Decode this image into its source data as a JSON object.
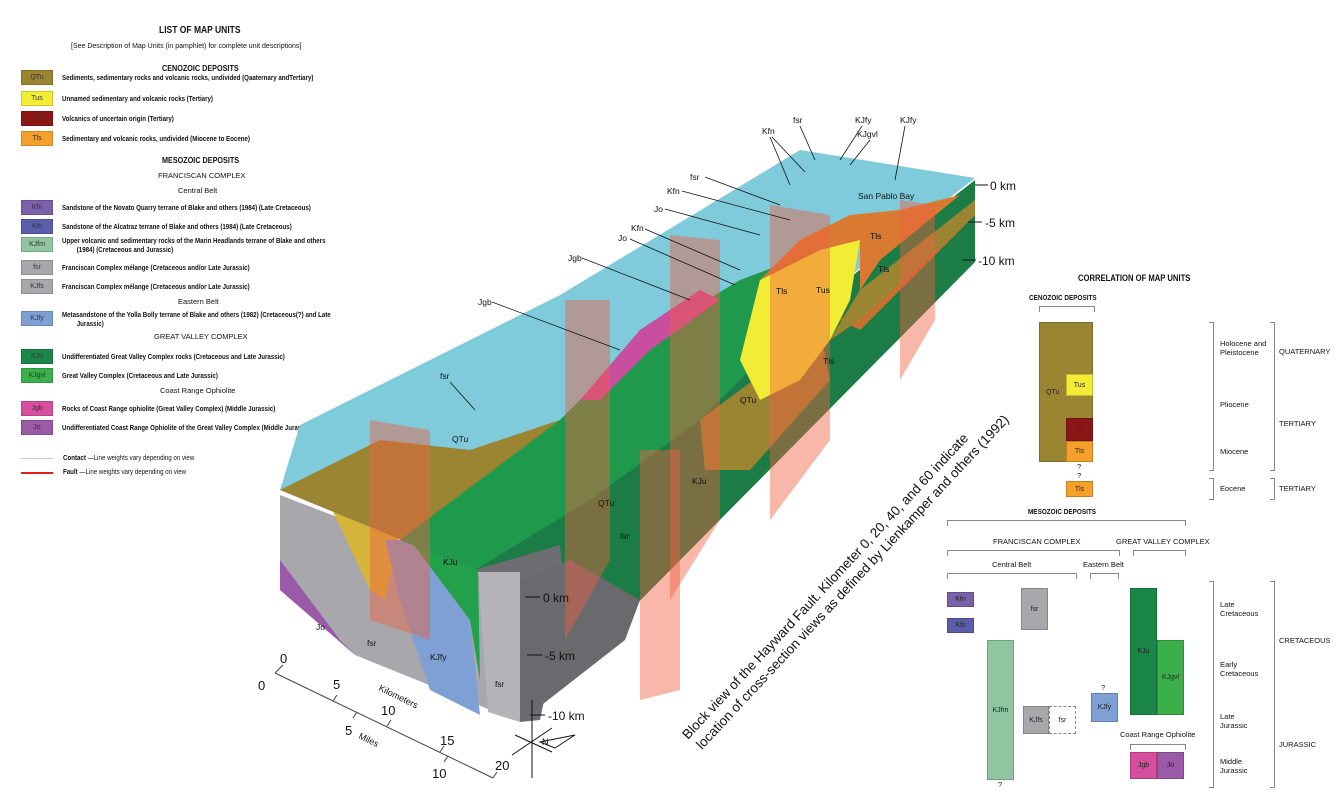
{
  "legend": {
    "title": "LIST OF MAP UNITS",
    "subtitle": "[See Description of Map Units (in pamphlet) for complete unit descriptions]",
    "cenozoic_heading": "CENOZOIC DEPOSITS",
    "cenozoic_units": [
      {
        "code": "QTu",
        "color": "#9b8532",
        "text": "Sediments, sedimentary rocks and volcanic rocks, undivided (Qaaternary andTertiary)"
      },
      {
        "code": "Tus",
        "color": "#f2ec34",
        "text": "Unnamed sedimentary and volcanic rocks (Tertiary)"
      },
      {
        "code": "Tv",
        "color": "#8a1616",
        "text": "Volcanics of uncertain origin (Tertiary)"
      },
      {
        "code": "Tls",
        "color": "#f5a02a",
        "text": "Sedimentary and volcanic rocks, undivided (Miocene to Eocene)"
      }
    ],
    "mesozoic_heading": "MESOZOIC DEPOSITS",
    "franciscan_heading": "FRANCISCAN COMPLEX",
    "central_belt_heading": "Central Belt",
    "central_belt_units": [
      {
        "code": "Kfn",
        "color": "#7b60aa",
        "text": "Sandstone of the Novato Quarry terrane of Blake and others (1984) (Late Cretaceous)"
      },
      {
        "code": "Kfs",
        "color": "#5a5eaa",
        "text": "Sandstone of the Alcatraz terrane of Blake and others (1984) (Late Cretaceous)"
      },
      {
        "code": "KJfm",
        "color": "#8fc6a0",
        "text": "Upper volcanic and sedimentary rocks of the Marin Headlands terrane of Blake and others",
        "text2": "(1984) (Cretaceous and Jurassic)"
      },
      {
        "code": "fsr",
        "color": "#a8a8ac",
        "text": "Franciscan Complex mélange (Cretaceous and/or Late Jurassic)"
      },
      {
        "code": "KJfs",
        "color": "#a8a8ac",
        "text": "Franciscan Complex mélange (Cretaceous and/or Late Jurassic)"
      }
    ],
    "eastern_belt_heading": "Eastern Belt",
    "eastern_belt_units": [
      {
        "code": "KJfy",
        "color": "#7ea0d4",
        "text": "Metasandstone of the Yolla Bolly terrane of Blake and others (1982) (Cretaceous(?) and Late",
        "text2": "Jurassic)"
      }
    ],
    "great_valley_heading": "GREAT VALLEY COMPLEX",
    "great_valley_units": [
      {
        "code": "KJu",
        "color": "#1a8748",
        "text": "Undifferentiated Great Valley Complex rocks (Cretaceous and Late Jurassic)"
      },
      {
        "code": "KJgvl",
        "color": "#3bb04a",
        "text": "Great Valley Complex (Cretaceous and Late Jurassic)"
      }
    ],
    "ophiolite_heading": "Coast Range Ophiolite",
    "ophiolite_units": [
      {
        "code": "Jgb",
        "color": "#d54f9e",
        "text": "Rocks of Coast Range ophiolite (Great Valley Complex) (Middle Jurassic)"
      },
      {
        "code": "Jo",
        "color": "#9a5aa8",
        "text": "Undifferentiated Coast Range Ophiolite of the Great Valley Complex (Middle Jurassic)"
      }
    ],
    "lines": [
      {
        "name": "Contact",
        "text": "—Line weights vary depending on view",
        "color": "#c8c8c8"
      },
      {
        "name": "Fault",
        "text": "—Line weights vary depending on view",
        "color": "#e02020"
      }
    ]
  },
  "block": {
    "labels": {
      "kfn_top": "Kfn",
      "fsr_top": "fsr",
      "kjfy_top": "KJfy",
      "kjgvl_top": "KJgvl",
      "kjfy_top2": "KJfy",
      "fsr2": "fsr",
      "kfn2": "Kfn",
      "jo1": "Jo",
      "kfn3": "Kfn",
      "jo2": "Jo",
      "jgb1": "Jgb",
      "jgb2": "Jgb",
      "fsr3": "fsr",
      "bay": "San Pablo Bay",
      "tls1": "Tls",
      "tls2": "Tls",
      "tls3": "Tls",
      "tls4": "Tls",
      "tus": "Tus",
      "qtu1": "QTu",
      "qtu2": "QTu",
      "qtu3": "QTu",
      "kju1": "KJu",
      "kju2": "KJu",
      "jo_face": "Jo",
      "fsr_face": "fsr",
      "kjfy_face": "KJfy",
      "fsr_face2": "fsr",
      "fsr_face3": "fsr"
    },
    "depth_far": [
      "0 km",
      "-5 km",
      "-10 km"
    ],
    "depth_near": [
      "0 km",
      "-5 km",
      "-10 km"
    ],
    "scale": {
      "km_label": "Kilometers",
      "mi_label": "Miles",
      "km_ticks": [
        "0",
        "5",
        "10",
        "15",
        "20"
      ],
      "mi_ticks": [
        "0",
        "5",
        "10"
      ]
    },
    "north_arrow": "N",
    "caption_line1": "Block view of the Hayward Fault.  Kilometer 0, 20, 40, and 60 indicate",
    "caption_line2": "location of cross-section views as defined by Lienkamper and others (1992)"
  },
  "correlation": {
    "title": "CORRELATION OF MAP UNITS",
    "cenozoic_heading": "CENOZOIC DEPOSITS",
    "mesozoic_heading": "MESOZOIC DEPOSITS",
    "franciscan_heading": "FRANCISCAN COMPLEX",
    "great_valley_heading": "GREAT VALLEY COMPLEX",
    "central_belt": "Central Belt",
    "eastern_belt": "Eastern Belt",
    "ophiolite": "Coast Range Ophiolite",
    "units": {
      "QTu": "QTu",
      "Tus": "Tus",
      "Tv": "Tv",
      "Tls": "Tls",
      "Tls2": "Tls",
      "Kfn": "Kfn",
      "Kfs": "Kfs",
      "fsr": "fsr",
      "KJfm": "KJfm",
      "KJfs": "KJfs",
      "fsr2": "fsr",
      "KJfy": "KJfy",
      "KJu": "KJu",
      "KJgvl": "KJgvl",
      "Jgb": "Jgb",
      "Jo": "Jo"
    },
    "query": "?",
    "epochs": {
      "holocene": "Holocene and",
      "holocene2": "Pleistocene",
      "pliocene": "Pliocene",
      "miocene": "Miocene",
      "eocene": "Eocene",
      "late_cret": "Late",
      "late_cret2": "Cretaceous",
      "early_cret": "Early",
      "early_cret2": "Cretaceous",
      "late_jur": "Late",
      "late_jur2": "Jurassic",
      "mid_jur": "Middle",
      "mid_jur2": "Jurassic"
    },
    "periods": {
      "quaternary": "QUATERNARY",
      "tertiary": "TERTIARY",
      "tertiary2": "TERTIARY",
      "cretaceous": "CRETACEOUS",
      "jurassic": "JURASSIC"
    }
  }
}
